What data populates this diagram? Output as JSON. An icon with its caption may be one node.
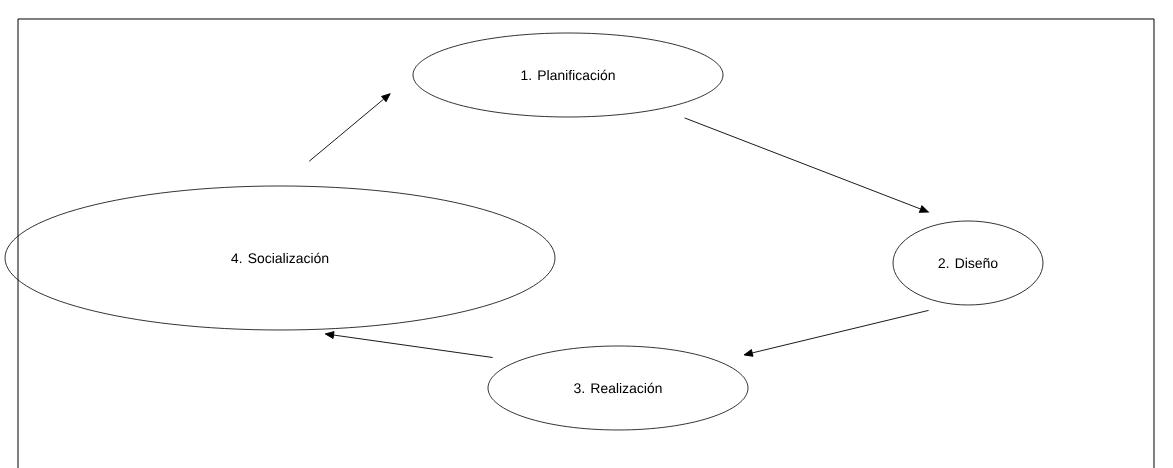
{
  "diagram": {
    "nodes": [
      {
        "text": [
          "1. Planificación"
        ]
      },
      {
        "text": [
          "2. Diseño"
        ]
      },
      {
        "text": [
          "3. Realización"
        ]
      },
      {
        "text": [
          "4. Socialización"
        ]
      }
    ],
    "edges": [
      {
        "from": 3,
        "to": 0,
        "arrow": "to"
      },
      {
        "from": 0,
        "to": 1,
        "arrow": "to"
      },
      {
        "from": 1,
        "to": 2,
        "arrow": "to"
      },
      {
        "from": 2,
        "to": 3,
        "arrow": "to"
      }
    ]
  }
}
